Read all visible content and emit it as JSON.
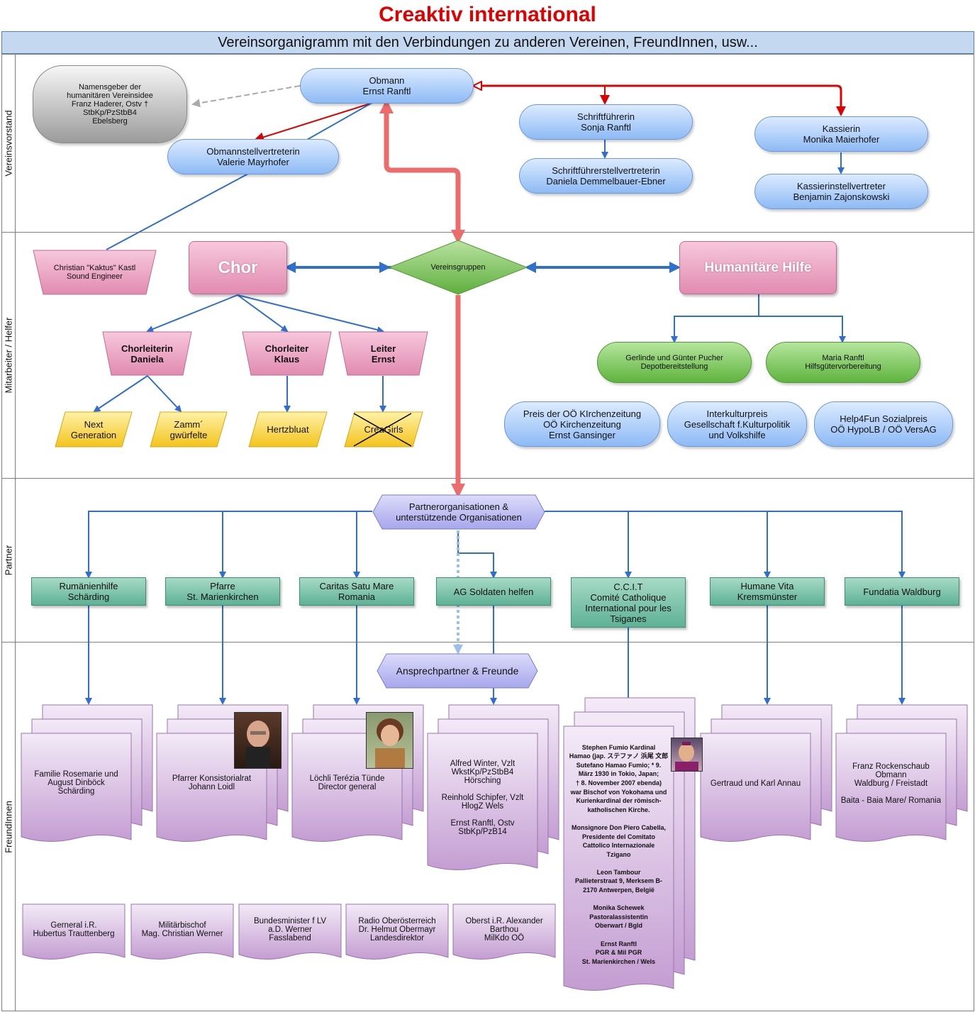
{
  "title": "Creaktiv international",
  "subtitle": "Vereinsorganigramm mit den Verbindungen zu anderen Vereinen, FreundInnen, usw...",
  "lanes": {
    "vorstand": "Vereinsvorstand",
    "mitarbeiter": "Mitarbeiter / Helfer",
    "partner": "Partner",
    "freunde": "FreundInnen"
  },
  "vorstand": {
    "namensgeber": "Namensgeber der\nhumanitären Vereinsidee\nFranz Haderer, Ostv †\nStbKp/PzStbB4\nEbelsberg",
    "obmann": "Obmann\nErnst Ranftl",
    "obmann_stv": "Obmannstellvertreterin\nValerie Mayrhofer",
    "schrift": "Schriftführerin\nSonja Ranftl",
    "schrift_stv": "Schriftführerstellvertreterin\nDaniela Demmelbauer-Ebner",
    "kassierin": "Kassierin\nMonika Maierhofer",
    "kassier_stv": "Kassierinstellvertreter\nBenjamin Zajonskowski"
  },
  "mitarbeiter": {
    "kastl": "Christian \"Kaktus\" Kastl\nSound Engineer",
    "chor": "Chor",
    "vereinsgruppen": "Vereinsgruppen",
    "humanitaere": "Humanitäre Hilfe",
    "chorleiterin": "Chorleiterin\nDaniela",
    "chorleiter": "Chorleiter\nKlaus",
    "leiter": "Leiter\nErnst",
    "next_gen": "Next\nGeneration",
    "zamm": "Zamm´\ngwürfelte",
    "hertzbluat": "Hertzbluat",
    "creagirls": "CreaGirls",
    "pucher": "Gerlinde und Günter Pucher\nDepotbereitstellung",
    "maria": "Maria Ranftl\nHilfsgütervorbereitung",
    "preis1": "Preis der OÖ KIrchenzeitung\nOÖ Kirchenzeitung\nErnst Gansinger",
    "preis2": "Interkulturpreis\nGesellschaft f.Kulturpolitik\nund Volkshilfe",
    "preis3": "Help4Fun Sozialpreis\nOÖ HypoLB / OÖ VersAG"
  },
  "partner": {
    "hub": "Partnerorganisationen &\nunterstützende Organisationen",
    "p1": "Rumänienhilfe\nSchärding",
    "p2": "Pfarre\nSt. Marienkirchen",
    "p3": "Caritas Satu Mare\nRomania",
    "p4": "AG Soldaten helfen",
    "p5": "C.C.I.T\nComité Catholique\nInternational pour les\nTsiganes",
    "p6": "Humane Vita\nKremsmünster",
    "p7": "Fundatia Waldburg"
  },
  "freunde": {
    "hub": "Ansprechpartner & Freunde",
    "f1": "Familie Rosemarie und\nAugust Dinböck\nSchärding",
    "f2": "Pfarrer Konsistorialrat\nJohann Loidl",
    "f3": "Löchli Terézia Tünde\nDirector general",
    "f4": "Alfred Winter, Vzlt\nWkstKp/PzStbB4\nHörsching\n\nReinhold Schipfer, Vzlt\nHlogZ Wels\n\nErnst Ranftl, Ostv\nStbKp/PzB14",
    "f5": "Stephen Fumio Kardinal\nHamao (jap. ステファノ 浜尾 文郎\nSutefano Hamao Fumio; * 9.\nMärz 1930 in Tokio, Japan;\n† 8. November 2007 ebenda)\nwar Bischof von Yokohama und\nKurienkardinal der römisch-\nkatholischen Kirche.\n\nMonsignore Don Piero Cabella,\nPresidente del Comitato\nCattolico Internazionale\nTzigano\n\nLeon Tambour\nPallieterstraat 9, Merksem B-\n2170 Antwerpen, België\n\nMonika Schewek\nPastoralassistentin\nOberwart / Bgld\n\nErnst Ranftl\nPGR & Mil PGR\nSt. Marienkirchen / Wels",
    "f6": "Gertraud und Karl Annau",
    "f7": "Franz Rockenschaub\nObmann\nWaldburg / Freistadt\n\nBaita - Baia Mare/ Romania",
    "b1": "Gerneral i.R.\nHubertus Trauttenberg",
    "b2": "Militärbischof\nMag. Christian Werner",
    "b3": "Bundesminister f LV\na.D. Werner\nFasslabend",
    "b4": "Radio Oberösterreich\nDr. Helmut Obermayr\nLandesdirektor",
    "b5": "Oberst i.R. Alexander\nBarthou\nMilKdo OÖ"
  },
  "colors": {
    "title_red": "#e00000",
    "arrow_red": "#dd0000",
    "arrow_salmon": "#ec6b6b",
    "arrow_blue": "#2f6fd0"
  }
}
